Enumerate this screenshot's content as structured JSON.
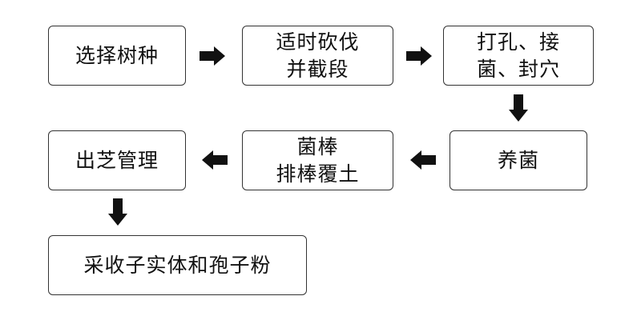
{
  "diagram": {
    "nodes": [
      {
        "id": "select-species",
        "lines": [
          "选择树种"
        ]
      },
      {
        "id": "cut-and-section",
        "lines": [
          "适时砍伐",
          "并截段"
        ]
      },
      {
        "id": "drill-inoculate-seal",
        "lines": [
          "打孔、接",
          "菌、封穴"
        ]
      },
      {
        "id": "cultivate-fungus",
        "lines": [
          "养菌"
        ]
      },
      {
        "id": "arrange-and-cover",
        "lines": [
          "菌棒",
          "排棒覆土"
        ]
      },
      {
        "id": "manage-fruiting",
        "lines": [
          "出芝管理"
        ]
      },
      {
        "id": "harvest",
        "lines": [
          "采收子实体和孢子粉"
        ]
      }
    ],
    "colors": {
      "border": "#333333",
      "text": "#111111",
      "arrow": "#111111",
      "background": "#ffffff"
    }
  }
}
